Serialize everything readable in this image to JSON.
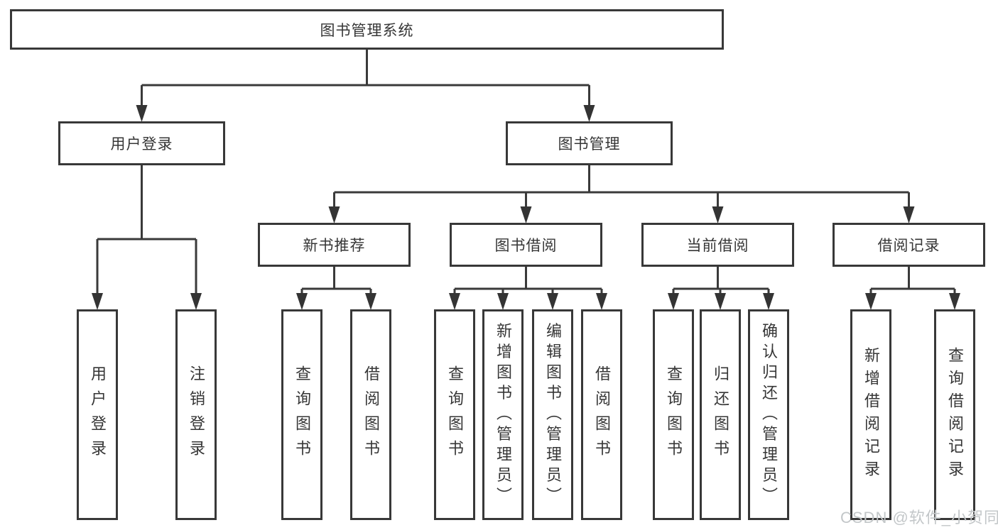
{
  "diagram": {
    "title": "图书管理系统",
    "branches": [
      {
        "label": "用户登录",
        "leaves": [
          {
            "label": "用户登录"
          },
          {
            "label": "注销登录"
          }
        ]
      },
      {
        "label": "图书管理",
        "groups": [
          {
            "label": "新书推荐",
            "leaves": [
              {
                "label": "查询图书"
              },
              {
                "label": "借阅图书"
              }
            ]
          },
          {
            "label": "图书借阅",
            "leaves": [
              {
                "label": "查询图书"
              },
              {
                "label": "新增图书（管理员）"
              },
              {
                "label": "编辑图书（管理员）"
              },
              {
                "label": "借阅图书"
              }
            ]
          },
          {
            "label": "当前借阅",
            "leaves": [
              {
                "label": "查询图书"
              },
              {
                "label": "归还图书"
              },
              {
                "label": "确认归还（管理员）"
              }
            ]
          },
          {
            "label": "借阅记录",
            "leaves": [
              {
                "label": "新增借阅记录"
              },
              {
                "label": "查询借阅记录"
              }
            ]
          }
        ]
      }
    ]
  },
  "watermark": {
    "text": "CSDN @软件_小贺同学"
  },
  "colors": {
    "line": "#3a3a3a",
    "text": "#363636",
    "background": "#ffffff",
    "watermark": "#c3c7c9"
  }
}
